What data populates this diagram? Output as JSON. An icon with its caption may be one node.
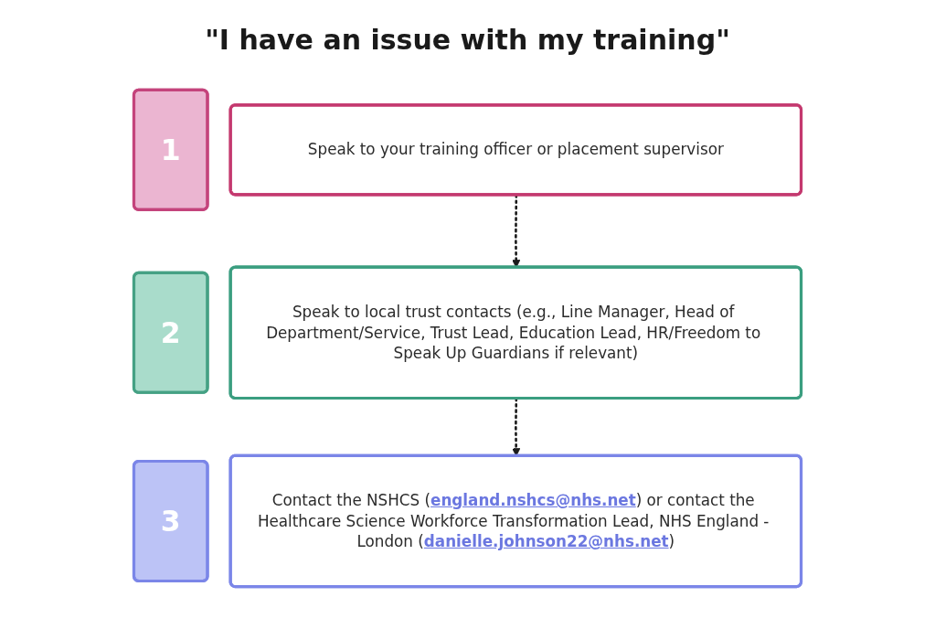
{
  "diagram": {
    "title": "\"I have an issue with my training\"",
    "nodes": [
      {
        "text": [
          "1"
        ]
      },
      {
        "text": [
          "Speak to your training officer or placement supervisor"
        ]
      },
      {
        "text": [
          "2"
        ]
      },
      {
        "text": [
          "Speak to local trust contacts (e.g., Line Manager, Head of Department/Service, Trust Lead, Education Lead, HR/Freedom to Speak Up Guardians if relevant)"
        ]
      },
      {
        "text": [
          "3"
        ]
      },
      {
        "text": [
          "Contact the NSHCS (**england.nshcs@nhs.net**) or contact the Healthcare Science Workforce Transformation Lead, NHS England - London (**danielle.johnson22@nhs.net**)"
        ]
      }
    ],
    "edges": [
      {
        "from": 1,
        "to": 3,
        "arrow": "to",
        "style": "dashed"
      },
      {
        "from": 3,
        "to": 5,
        "arrow": "to",
        "style": "dashed"
      }
    ]
  }
}
